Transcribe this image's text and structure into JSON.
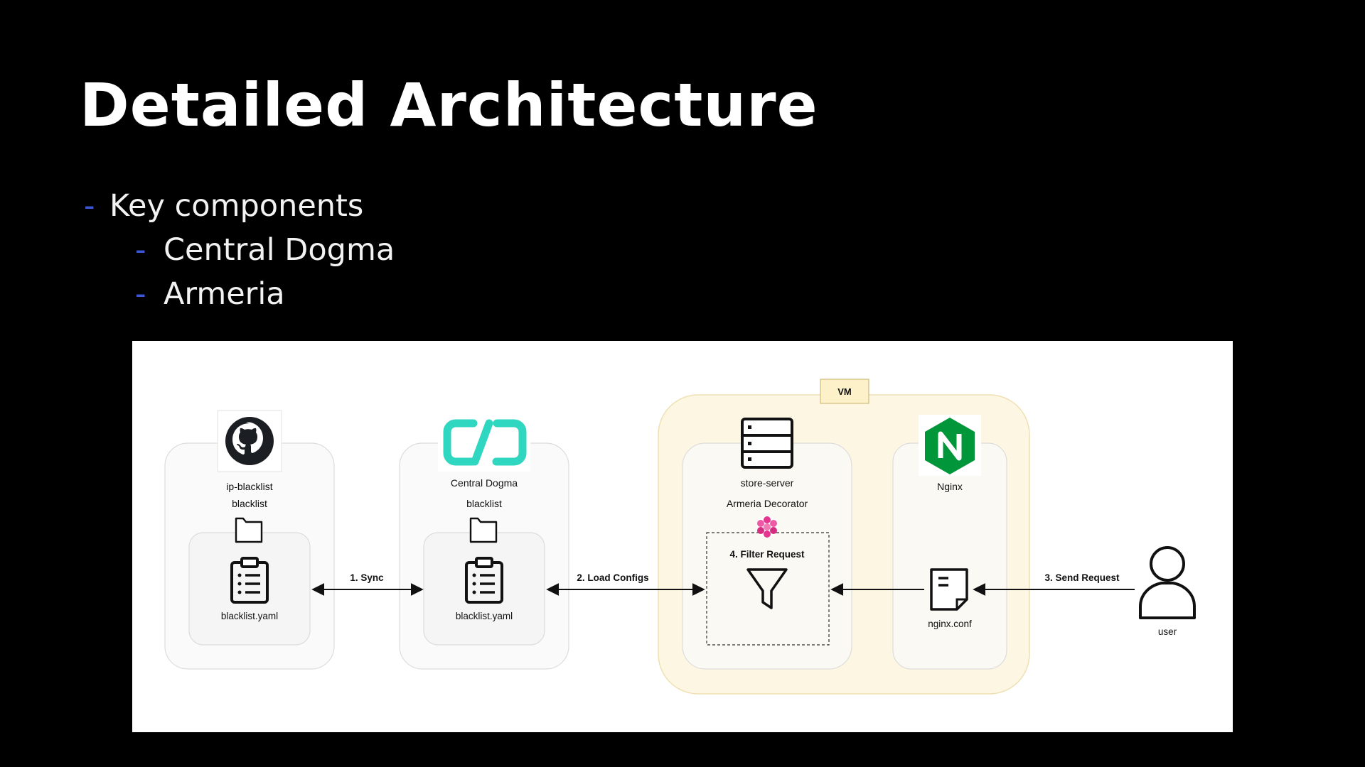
{
  "slide": {
    "title": "Detailed Architecture",
    "bullets": [
      {
        "dash": "-",
        "text": "Key components"
      },
      {
        "dash": "-",
        "text": "Central Dogma"
      },
      {
        "dash": "-",
        "text": "Armeria"
      }
    ]
  },
  "colors": {
    "background": "#000000",
    "bullet_dash": "#3d58d6",
    "vm_fill": "#fdf6e3",
    "vm_label_fill": "#fcf1c8",
    "dogma_teal": "#2fd6c0",
    "nginx_green": "#009639",
    "armeria_pink": "#e6358f"
  },
  "diagram": {
    "vm_label": "VM",
    "github": {
      "icon": "github-icon",
      "repo_label": "ip-blacklist",
      "folder_label": "blacklist",
      "file_label": "blacklist.yaml"
    },
    "dogma": {
      "icon": "central-dogma-logo",
      "name_label": "Central Dogma",
      "folder_label": "blacklist",
      "file_label": "blacklist.yaml"
    },
    "store": {
      "icon": "server-icon",
      "name_label": "store-server",
      "decorator_label": "Armeria Decorator",
      "filter_label": "4. Filter Request"
    },
    "nginx": {
      "icon": "nginx-logo",
      "name_label": "Nginx",
      "file_label": "nginx.conf"
    },
    "user": {
      "icon": "user-icon",
      "label": "user"
    },
    "edges": {
      "sync": "1. Sync",
      "load": "2. Load Configs",
      "send": "3. Send Request"
    }
  }
}
